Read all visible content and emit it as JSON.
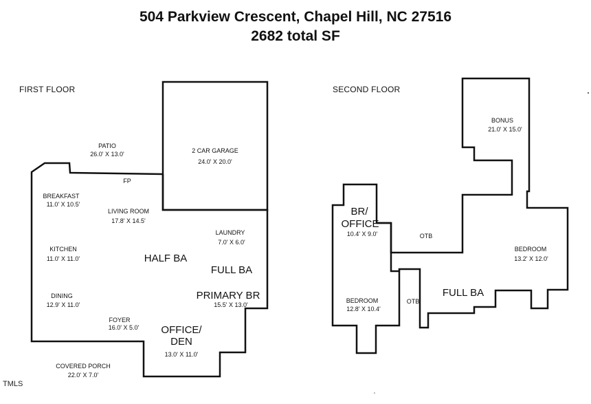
{
  "header": {
    "address": "504 Parkview Crescent, Chapel Hill, NC 27516",
    "total_sf": "2682 total SF"
  },
  "first_floor": {
    "label": "FIRST FLOOR",
    "patio": {
      "name": "PATIO",
      "dims": "26.0' X 13.0'"
    },
    "garage": {
      "name": "2 CAR GARAGE",
      "dims": "24.0' X 20.0'"
    },
    "fp": "FP",
    "breakfast": {
      "name": "BREAKFAST",
      "dims": "11.0' X 10.5'"
    },
    "living_room": {
      "name": "LIVING ROOM",
      "dims": "17.8' X 14.5'"
    },
    "laundry": {
      "name": "LAUNDRY",
      "dims": "7.0' X 6.0'"
    },
    "kitchen": {
      "name": "KITCHEN",
      "dims": "11.0' X 11.0'"
    },
    "half_ba": "HALF BA",
    "full_ba": "FULL BA",
    "dining": {
      "name": "DINING",
      "dims": "12.9' X 11.0'"
    },
    "primary_br": {
      "name": "PRIMARY BR",
      "dims": "15.5' X 13.0'"
    },
    "foyer": {
      "name": "FOYER",
      "dims": "16.0' X 5.0'"
    },
    "office_den": {
      "line1": "OFFICE/",
      "line2": "DEN",
      "dims": "13.0' X 11.0'"
    },
    "covered_porch": {
      "name": "COVERED PORCH",
      "dims": "22.0' X 7.0'"
    }
  },
  "second_floor": {
    "label": "SECOND FLOOR",
    "bonus": {
      "name": "BONUS",
      "dims": "21.0' X 15.0'"
    },
    "br_office": {
      "line1": "BR/",
      "line2": "OFFICE",
      "dims": "10.4' X 9.0'"
    },
    "otb_upper": "OTB",
    "bedroom_right": {
      "name": "BEDROOM",
      "dims": "13.2' X 12.0'"
    },
    "full_ba": "FULL BA",
    "bedroom_left": {
      "name": "BEDROOM",
      "dims": "12.8' X 10.4'"
    },
    "otb_lower": "OTB"
  },
  "footer": {
    "watermark": "TMLS"
  }
}
